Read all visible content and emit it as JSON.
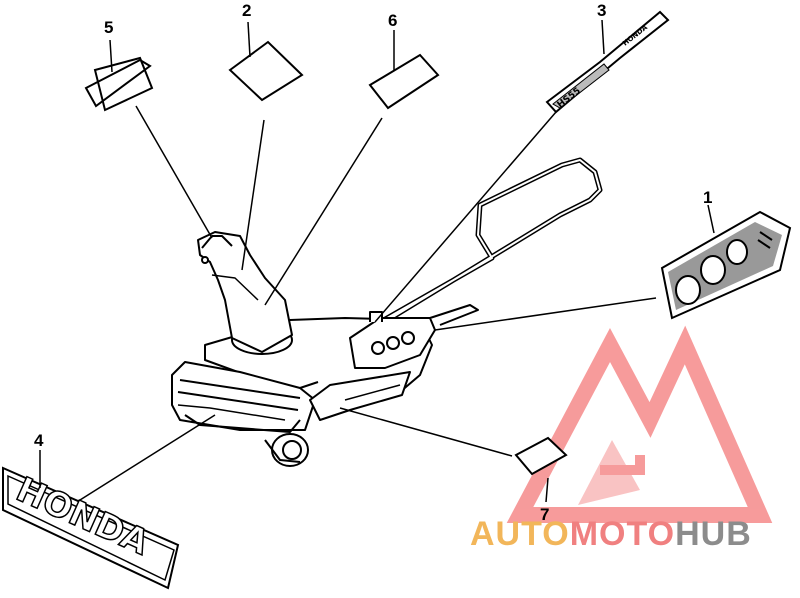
{
  "callouts": {
    "c1": "1",
    "c2": "2",
    "c3": "3",
    "c4": "4",
    "c5": "5",
    "c6": "6",
    "c7": "7"
  },
  "decals": {
    "honda_emblem_text": "HONDA",
    "handle_decal_text": "HONDA",
    "handle_decal_model": "HS55"
  },
  "watermark": {
    "part1": "AUTO",
    "part2": "MOTO",
    "part3": "HUB",
    "colors": {
      "auto": "#F2B65A",
      "moto": "#F08080",
      "hub": "#8C8C8C",
      "logo": "#F47A7A"
    }
  }
}
